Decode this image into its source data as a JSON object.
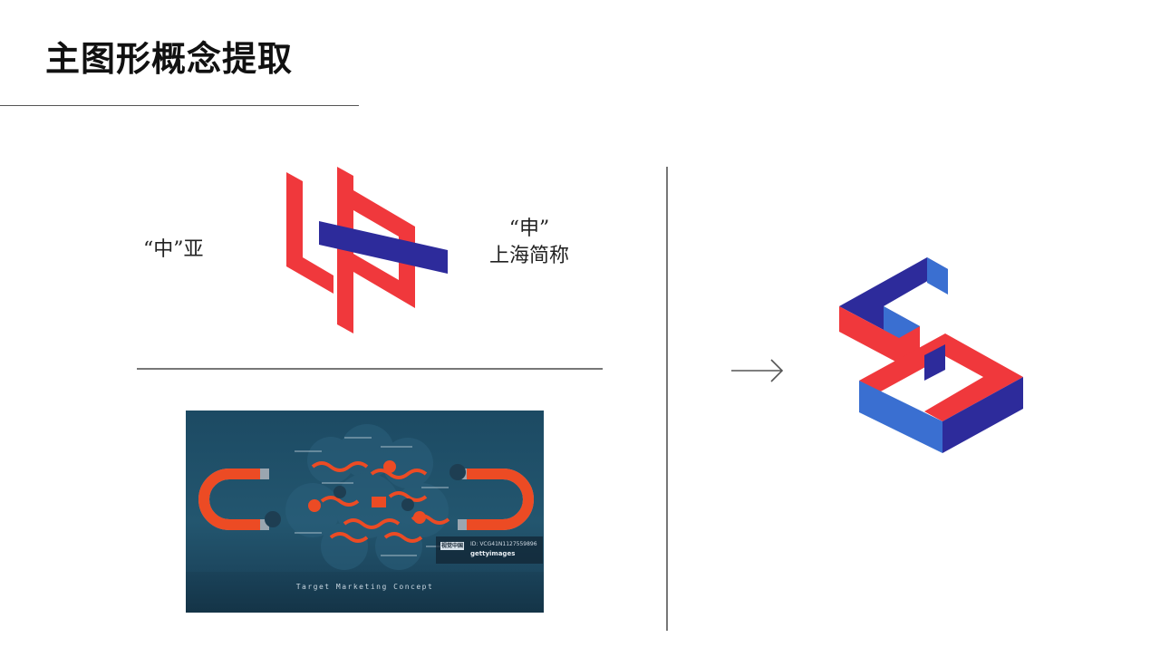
{
  "header": {
    "title": "主图形概念提取"
  },
  "concept": {
    "left_caption": "“中”亚",
    "right_caption_line1": "“申”",
    "right_caption_line2": "上海简称"
  },
  "colors": {
    "red": "#f0383c",
    "blue": "#2d2b9b",
    "blue_light": "#3a6fd1"
  },
  "photo": {
    "caption": "Target Marketing Concept",
    "watermark_id": "ID: VCG41N1127559896",
    "watermark_brand": "gettyimages",
    "watermark_badge": "视觉中国"
  }
}
